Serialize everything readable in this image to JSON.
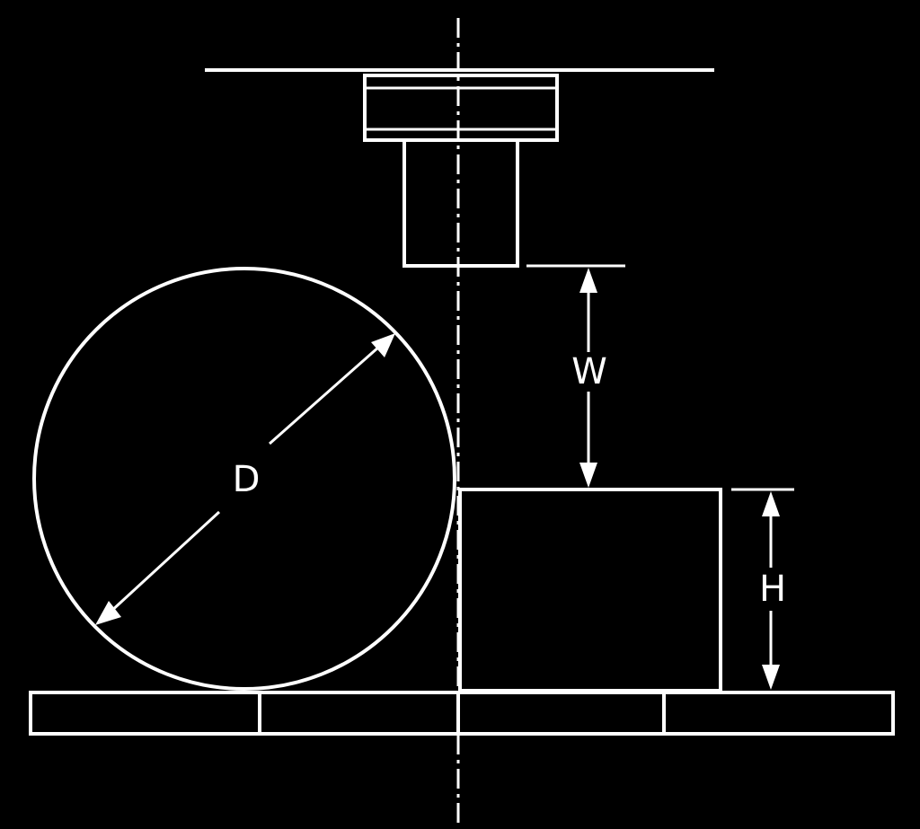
{
  "labels": {
    "diameter": "D",
    "gap": "W",
    "height": "H"
  },
  "colors": {
    "background": "#000000",
    "line": "#ffffff"
  }
}
